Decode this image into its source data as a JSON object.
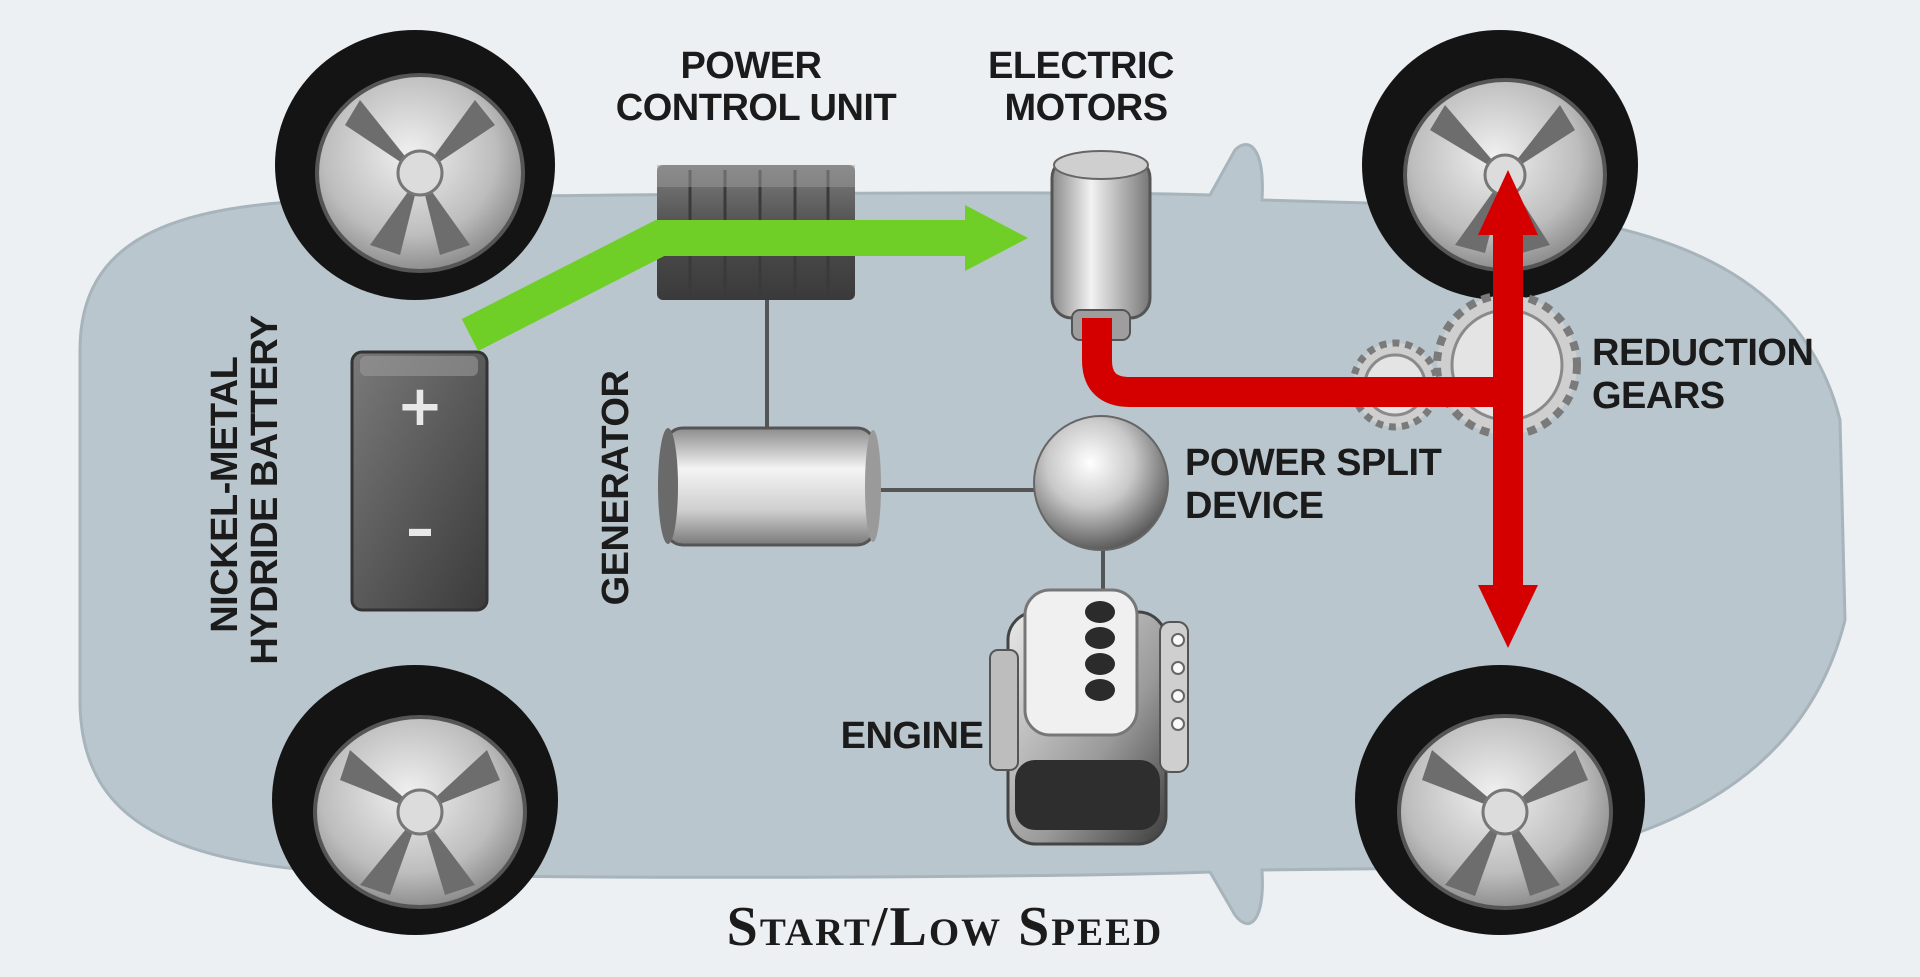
{
  "labels": {
    "power_control_unit": [
      "POWER",
      "CONTROL UNIT"
    ],
    "electric_motors": [
      "ELECTRIC",
      "MOTORS"
    ],
    "reduction_gears": [
      "REDUCTION",
      "GEARS"
    ],
    "power_split_device": [
      "POWER SPLIT",
      "DEVICE"
    ],
    "generator": "GENERATOR",
    "battery": [
      "NICKEL-METAL",
      "HYDRIDE BATTERY"
    ],
    "engine": "ENGINE",
    "battery_plus": "+",
    "battery_minus": "–"
  },
  "caption": "Start/Low Speed",
  "colors": {
    "background": "#ecf0f3",
    "car_body": "#b9c6cd",
    "electric_flow": "#6fcf27",
    "mechanical_flow": "#d40000",
    "tire": "#111111",
    "rim": "#b8b8b8"
  },
  "icons": [
    "battery-icon",
    "power-control-unit-icon",
    "electric-motor-icon",
    "generator-icon",
    "power-split-device-icon",
    "engine-icon",
    "reduction-gears-icon",
    "wheel-icon"
  ]
}
